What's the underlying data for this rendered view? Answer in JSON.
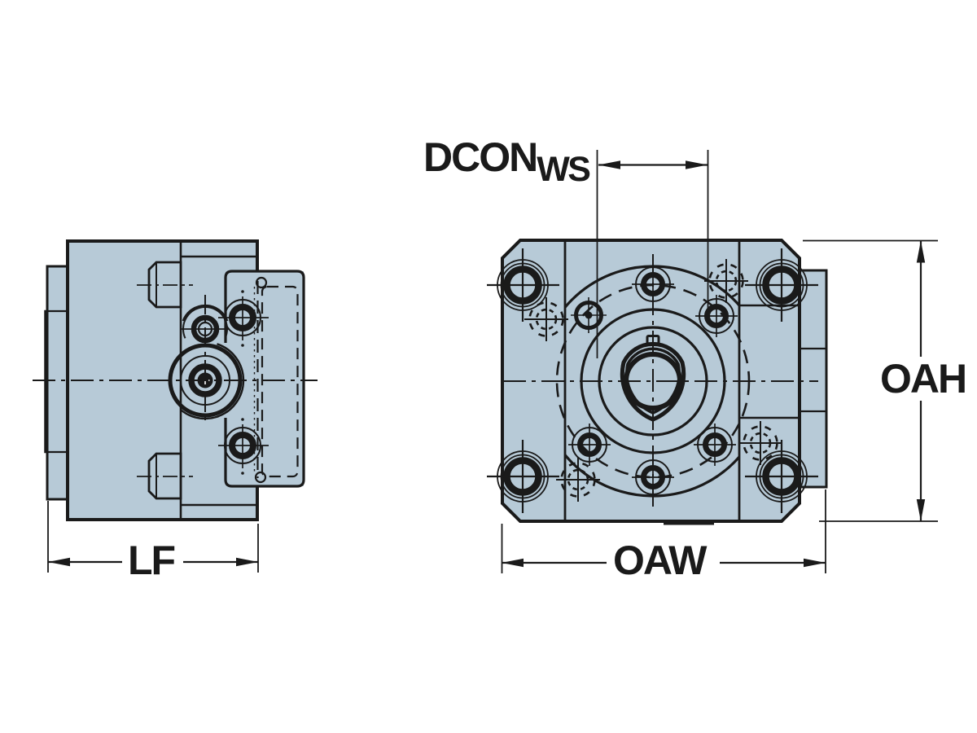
{
  "labels": {
    "dcon": "DCON",
    "dcon_sub": "WS",
    "oah": "OAH",
    "lf": "LF",
    "oaw": "OAW"
  },
  "colors": {
    "body_fill": "#b7cad7",
    "line_color": "#1a1a1a",
    "background": "#ffffff"
  }
}
